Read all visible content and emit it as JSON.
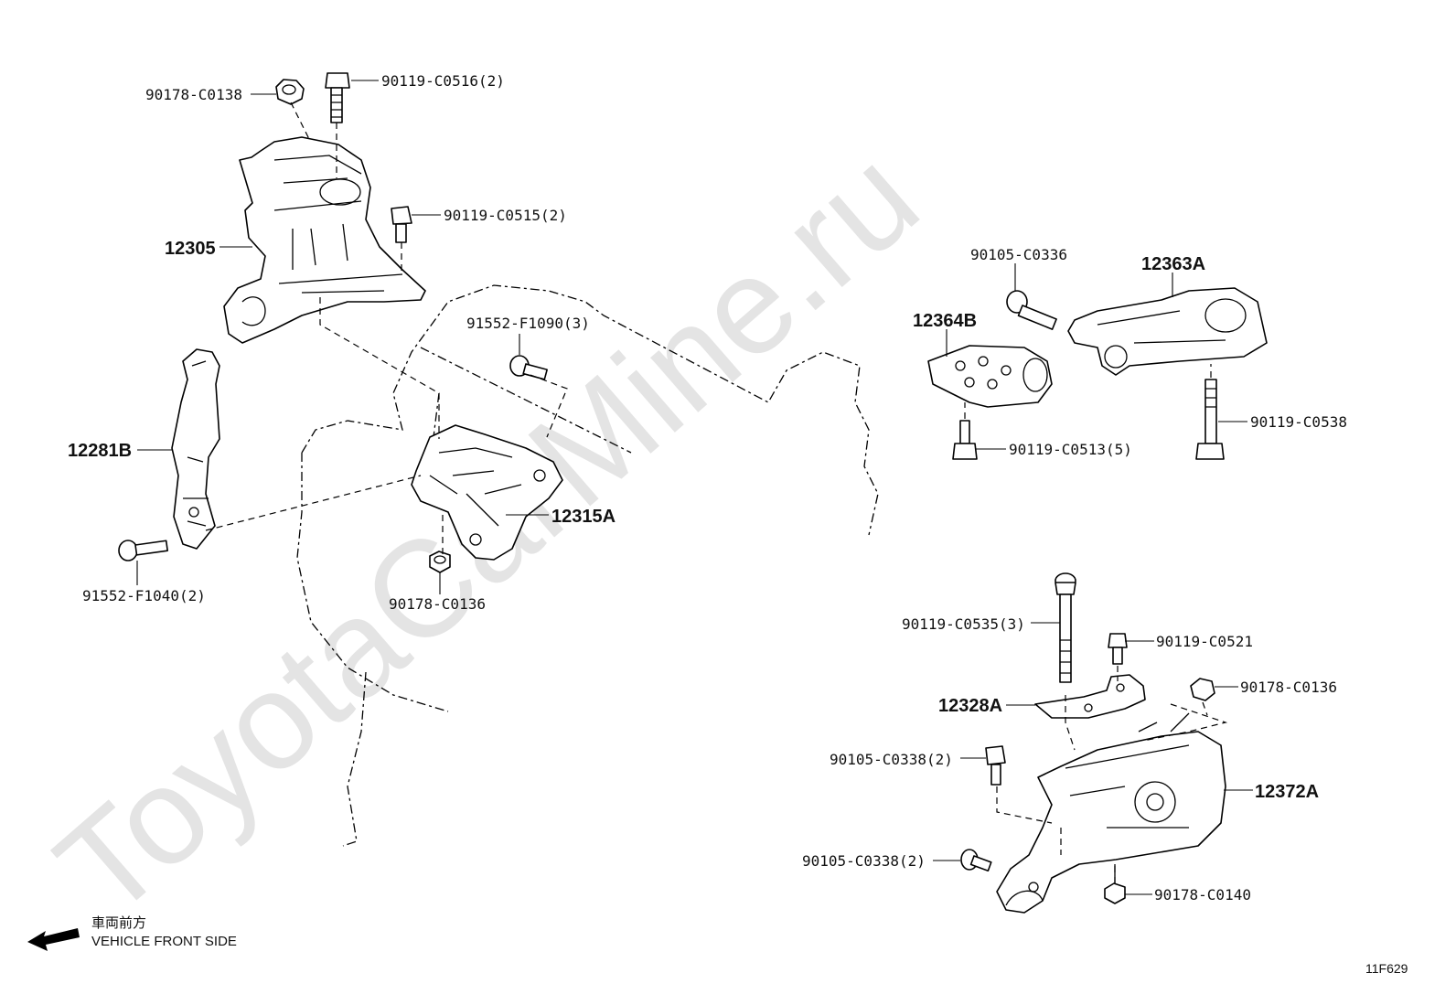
{
  "watermark": "ToyotaCarMine.ru",
  "legend": {
    "jp": "車両前方",
    "en": "VEHICLE FRONT SIDE"
  },
  "figure_code": "11F629",
  "callouts": {
    "c_90178_C0138": "90178-C0138",
    "c_90119_C0516": "90119-C0516(2)",
    "c_90119_C0515": "90119-C0515(2)",
    "c_12305": "12305",
    "c_91552_F1090": "91552-F1090(3)",
    "c_12281B": "12281B",
    "c_12315A": "12315A",
    "c_91552_F1040": "91552-F1040(2)",
    "c_90178_C0136_left": "90178-C0136",
    "c_90105_C0336": "90105-C0336",
    "c_12363A": "12363A",
    "c_12364B": "12364B",
    "c_90119_C0538": "90119-C0538",
    "c_90119_C0513": "90119-C0513(5)",
    "c_90119_C0535": "90119-C0535(3)",
    "c_90119_C0521": "90119-C0521",
    "c_90178_C0136_right": "90178-C0136",
    "c_12328A": "12328A",
    "c_90105_C0338_a": "90105-C0338(2)",
    "c_12372A": "12372A",
    "c_90105_C0338_b": "90105-C0338(2)",
    "c_90178_C0140": "90178-C0140"
  }
}
